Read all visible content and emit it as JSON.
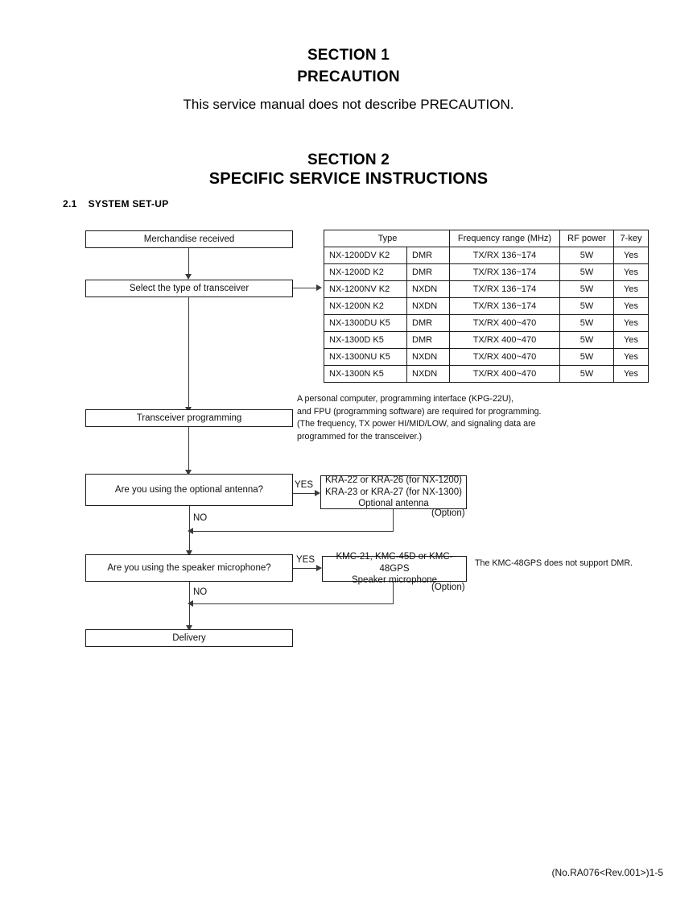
{
  "document": {
    "section1": {
      "label": "SECTION 1",
      "title": "PRECAUTION",
      "body": "This service manual does not describe PRECAUTION."
    },
    "section2": {
      "label": "SECTION 2",
      "title": "SPECIFIC SERVICE INSTRUCTIONS"
    },
    "subsection": {
      "number": "2.1",
      "title": "SYSTEM SET-UP"
    },
    "footer": "(No.RA076<Rev.001>)1-5"
  },
  "flowchart": {
    "boxes": {
      "merchandise_received": "Merchandise received",
      "select_type": "Select the type of transceiver",
      "transceiver_programming": "Transceiver programming",
      "optional_antenna_question": "Are you using the optional antenna?",
      "speaker_mic_question": "Are you using the speaker microphone?",
      "delivery": "Delivery",
      "antenna_option_line1": "KRA-22 or KRA-26 (for NX-1200)",
      "antenna_option_line2": "KRA-23 or KRA-27 (for NX-1300)",
      "antenna_option_line3": "Optional antenna",
      "speaker_option_line1": "KMC-21, KMC-45D or KMC-48GPS",
      "speaker_option_line2": "Speaker microphone"
    },
    "labels": {
      "yes_antenna": "YES",
      "no_antenna": "NO",
      "yes_speaker": "YES",
      "no_speaker": "NO",
      "option_antenna": "(Option)",
      "option_speaker": "(Option)"
    },
    "notes": {
      "programming": "A personal computer, programming interface (KPG-22U),\nand FPU (programming software) are required for programming.\n(The frequency, TX power HI/MID/LOW, and signaling data are\nprogrammed for the transceiver.)",
      "speaker_mic": "The KMC-48GPS does not support DMR."
    }
  },
  "model_table": {
    "headers": {
      "type": "Type",
      "mode": "",
      "frequency": "Frequency range (MHz)",
      "rf_power": "RF power",
      "seven_key": "7-key"
    },
    "rows": [
      {
        "type": "NX-1200DV K2",
        "mode": "DMR",
        "frequency": "TX/RX 136~174",
        "rf_power": "5W",
        "seven_key": "Yes"
      },
      {
        "type": "NX-1200D K2",
        "mode": "DMR",
        "frequency": "TX/RX 136~174",
        "rf_power": "5W",
        "seven_key": "Yes"
      },
      {
        "type": "NX-1200NV K2",
        "mode": "NXDN",
        "frequency": "TX/RX 136~174",
        "rf_power": "5W",
        "seven_key": "Yes"
      },
      {
        "type": "NX-1200N K2",
        "mode": "NXDN",
        "frequency": "TX/RX 136~174",
        "rf_power": "5W",
        "seven_key": "Yes"
      },
      {
        "type": "NX-1300DU K5",
        "mode": "DMR",
        "frequency": "TX/RX 400~470",
        "rf_power": "5W",
        "seven_key": "Yes"
      },
      {
        "type": "NX-1300D K5",
        "mode": "DMR",
        "frequency": "TX/RX 400~470",
        "rf_power": "5W",
        "seven_key": "Yes"
      },
      {
        "type": "NX-1300NU K5",
        "mode": "NXDN",
        "frequency": "TX/RX 400~470",
        "rf_power": "5W",
        "seven_key": "Yes"
      },
      {
        "type": "NX-1300N K5",
        "mode": "NXDN",
        "frequency": "TX/RX 400~470",
        "rf_power": "5W",
        "seven_key": "Yes"
      }
    ]
  },
  "colors": {
    "ink": "#111111",
    "rule": "#1a1a1a",
    "connector": "#3a3a3a",
    "page_background": "#ffffff"
  }
}
